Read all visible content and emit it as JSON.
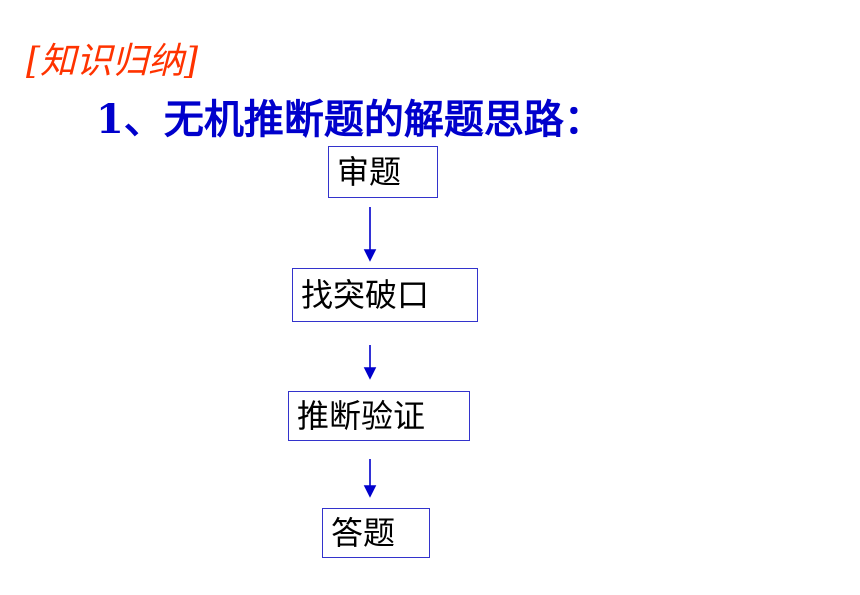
{
  "section_tag": "[知识归纳]",
  "title": "1、无机推断题的解题思路：",
  "flow": {
    "steps": [
      "审题",
      "找突破口",
      "推断验证",
      "答题"
    ],
    "colors": {
      "arrow": "#0000cc",
      "box_border": "#3333cc"
    }
  },
  "colors": {
    "section_tag": "#ff3300",
    "title": "#0000cc"
  }
}
